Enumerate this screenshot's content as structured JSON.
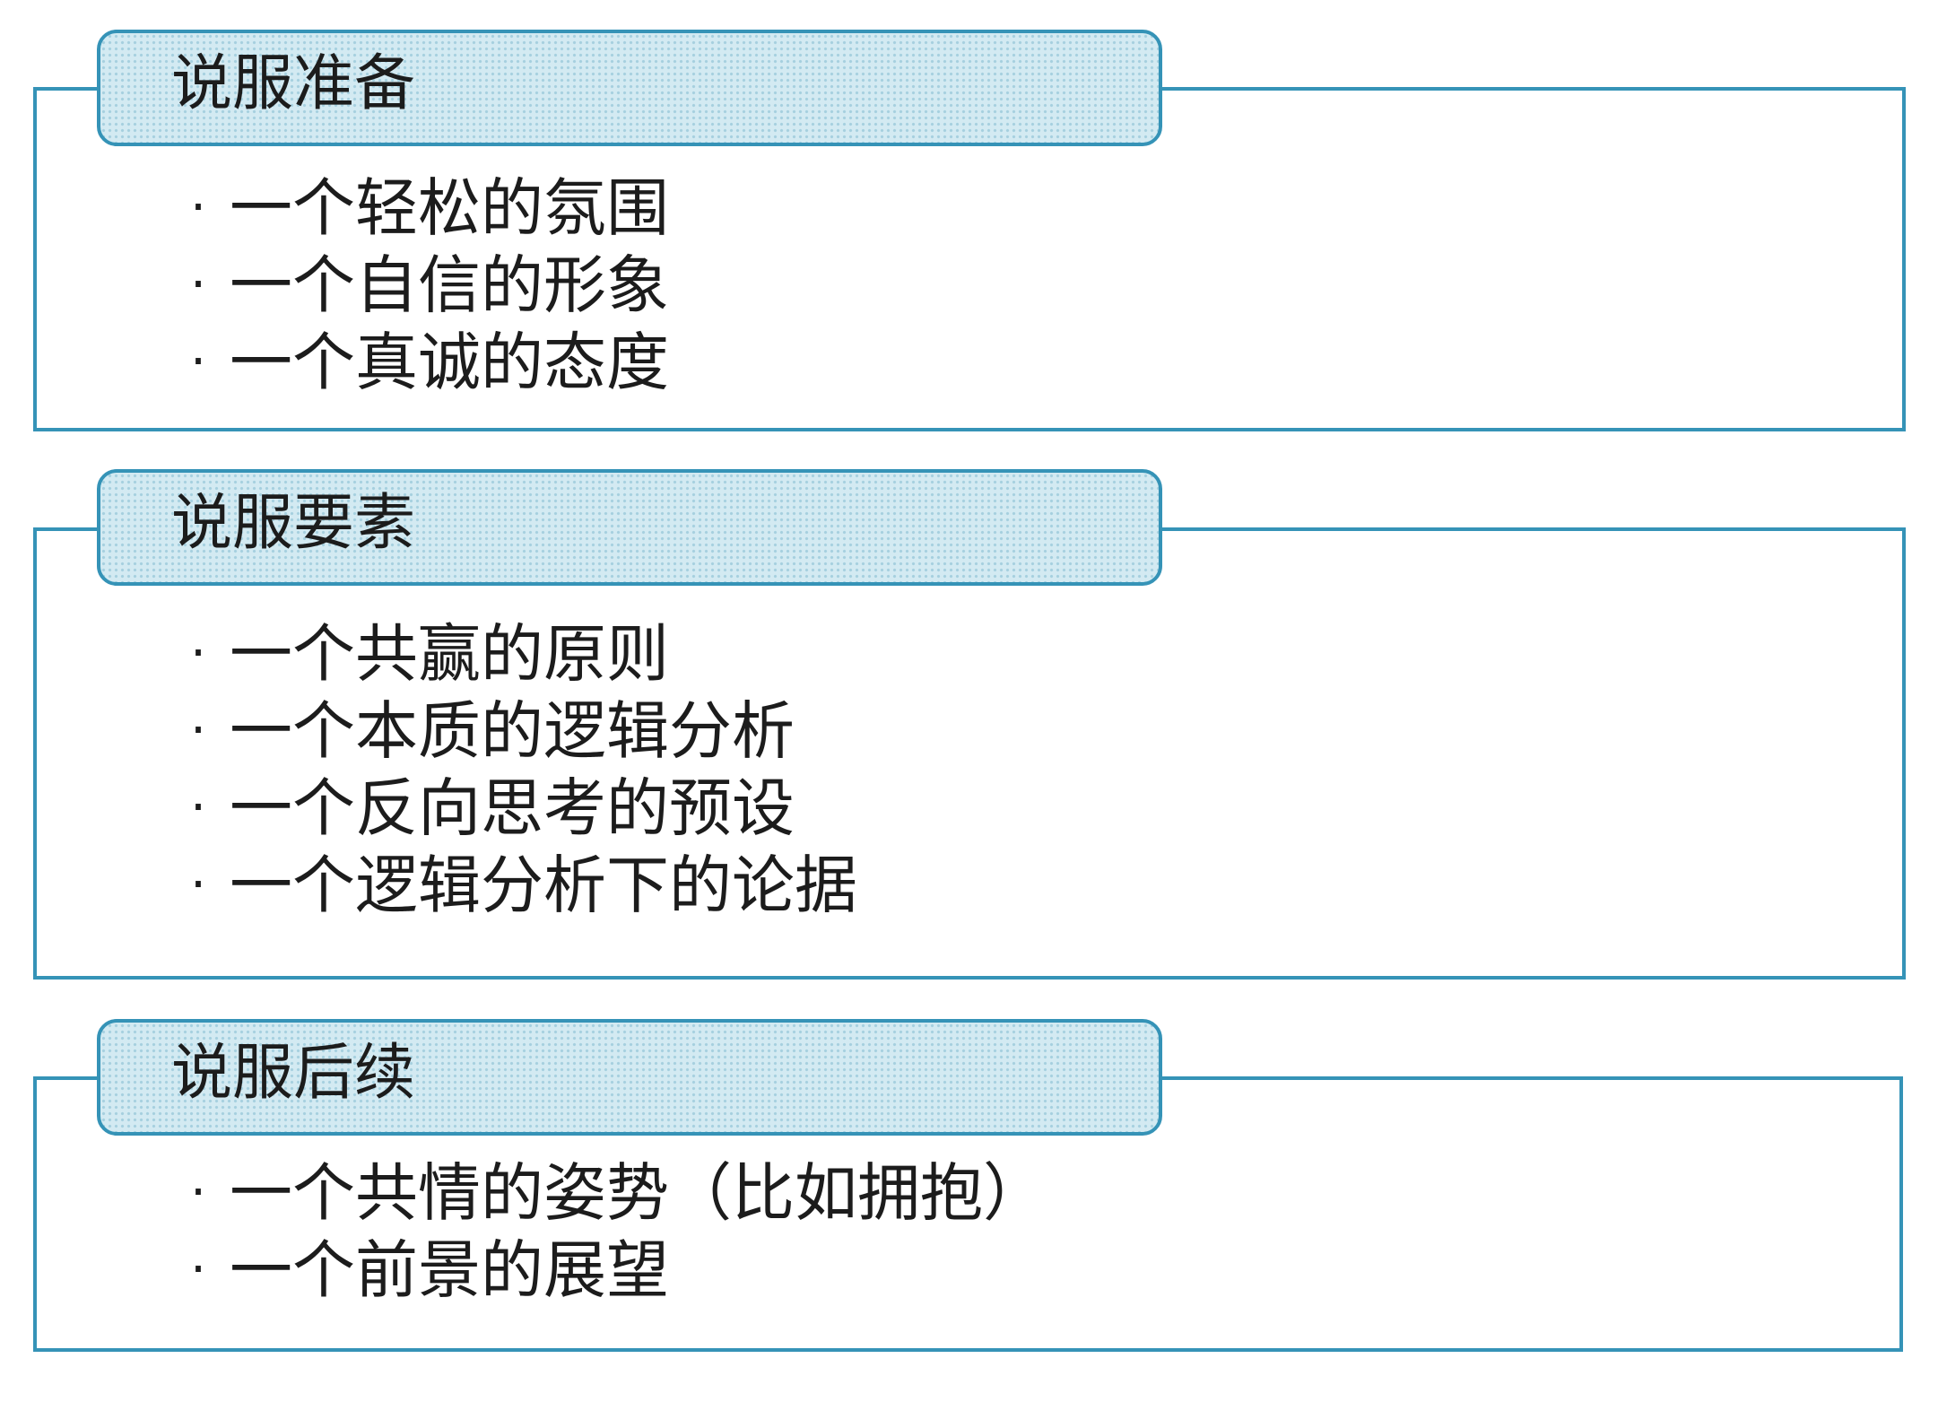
{
  "bullet": "·",
  "sections": [
    {
      "title": "说服准备",
      "items": [
        "一个轻松的氛围",
        "一个自信的形象",
        "一个真诚的态度"
      ]
    },
    {
      "title": "说服要素",
      "items": [
        "一个共赢的原则",
        "一个本质的逻辑分析",
        "一个反向思考的预设",
        "一个逻辑分析下的论据"
      ]
    },
    {
      "title": "说服后续",
      "items": [
        "一个共情的姿势（比如拥抱）",
        "一个前景的展望"
      ]
    }
  ],
  "colors": {
    "border": "#3593b7",
    "header_fill": "#d3eaf2",
    "header_dots": "#a6d0df",
    "text": "#1c1c1c"
  }
}
